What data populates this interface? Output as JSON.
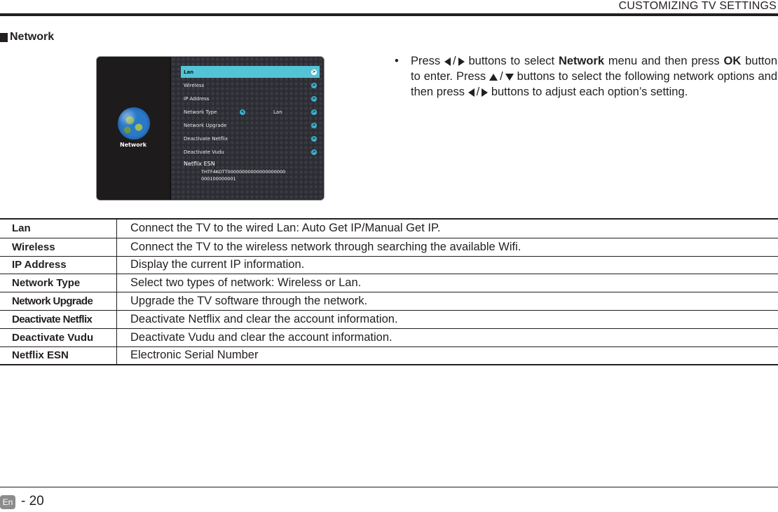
{
  "header": {
    "title": "CUSTOMIZING TV SETTINGS"
  },
  "section": {
    "title": "Network"
  },
  "tv_menu": {
    "category_label": "Network",
    "category_icon": "globe-icon",
    "items": [
      {
        "label": "Lan",
        "selected": true
      },
      {
        "label": "Wireless"
      },
      {
        "label": "IP Address"
      },
      {
        "label": "Network Type",
        "value": "Lan"
      },
      {
        "label": "Network Upgrade"
      },
      {
        "label": "Deactivate Netflix"
      },
      {
        "label": "Deactivate Vudu"
      }
    ],
    "esn": {
      "label": "Netflix ESN",
      "line1": "THTF4KOTT00000000000000000000",
      "line2": "000100000001"
    },
    "colors": {
      "highlight": "#53c4d6",
      "chevron": "#3bb4cf",
      "panel_bg": "#2c2c33",
      "left_bg": "#1e1b1c"
    }
  },
  "instructions": {
    "bullet": "•",
    "p1_a": "Press",
    "p1_b": "buttons to select",
    "p1_bold": "Network",
    "p1_c": "menu and then press",
    "p2_bold": "OK",
    "p2_a": "button to enter. Press",
    "p2_b": "buttons to select the following network options and then press",
    "p2_c": "buttons to adjust each option’s setting.",
    "slash": "/"
  },
  "table": {
    "rows": [
      {
        "key": "Lan",
        "value": "Connect the TV to the wired Lan: Auto Get IP/Manual Get IP."
      },
      {
        "key": "Wireless",
        "value": "Connect the TV to the wireless network through searching the available Wifi."
      },
      {
        "key": "IP Address",
        "value": "Display the current IP information."
      },
      {
        "key": "Network Type",
        "value": "Select two types of network: Wireless or Lan."
      },
      {
        "key": "Network Upgrade",
        "value": "Upgrade the TV software through the network."
      },
      {
        "key": "Deactivate Netflix",
        "value": "Deactivate Netflix and clear the account information."
      },
      {
        "key": "Deactivate Vudu",
        "value": "Deactivate Vudu and clear the account information."
      },
      {
        "key": "Netflix ESN",
        "value": "Electronic Serial Number"
      }
    ]
  },
  "footer": {
    "language": "En",
    "page": "- 20"
  }
}
